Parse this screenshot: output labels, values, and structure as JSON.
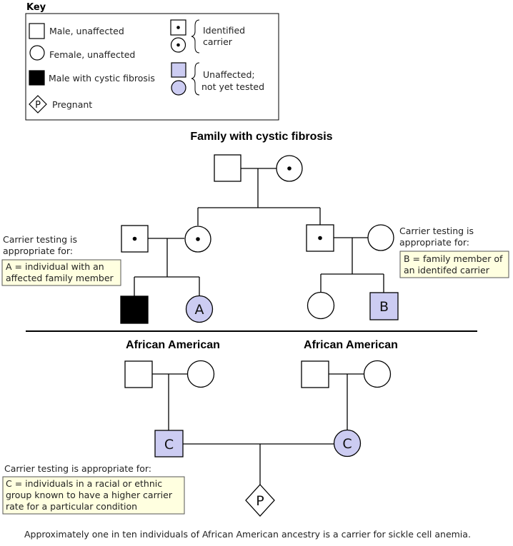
{
  "key": {
    "title": "Key",
    "male_unaffected": "Male, unaffected",
    "female_unaffected": "Female, unaffected",
    "male_cf": "Male with cystic fibrosis",
    "pregnant": "Pregnant",
    "pregnant_symbol": "P",
    "carrier_line1": "Identified",
    "carrier_line2": "carrier",
    "untested_line1": "Unaffected;",
    "untested_line2": "not yet tested"
  },
  "colors": {
    "untested_fill": "#ccccf2",
    "note_fill": "#ffffe0",
    "affected_fill": "#000000"
  },
  "cf_family": {
    "title": "Family with cystic fibrosis",
    "left_note_line1": "Carrier testing is",
    "left_note_line2": "appropriate for:",
    "box_a_line1": "A = individual with an",
    "box_a_line2": "affected family member",
    "right_note_line1": "Carrier testing is",
    "right_note_line2": "appropriate for:",
    "box_b_line1": "B = family member of",
    "box_b_line2": "an identifed carrier",
    "label_a": "A",
    "label_b": "B"
  },
  "aa_family": {
    "left_title": "African American",
    "right_title": "African American",
    "note": "Carrier testing is appropriate for:",
    "box_c_line1": "C = individuals in a racial or ethnic",
    "box_c_line2": "group known to have a higher carrier",
    "box_c_line3": "rate for a particular condition",
    "label_c_left": "C",
    "label_c_right": "C",
    "pregnant_symbol": "P"
  },
  "footer": "Approximately one in ten individuals of African American ancestry is a carrier for sickle cell anemia."
}
